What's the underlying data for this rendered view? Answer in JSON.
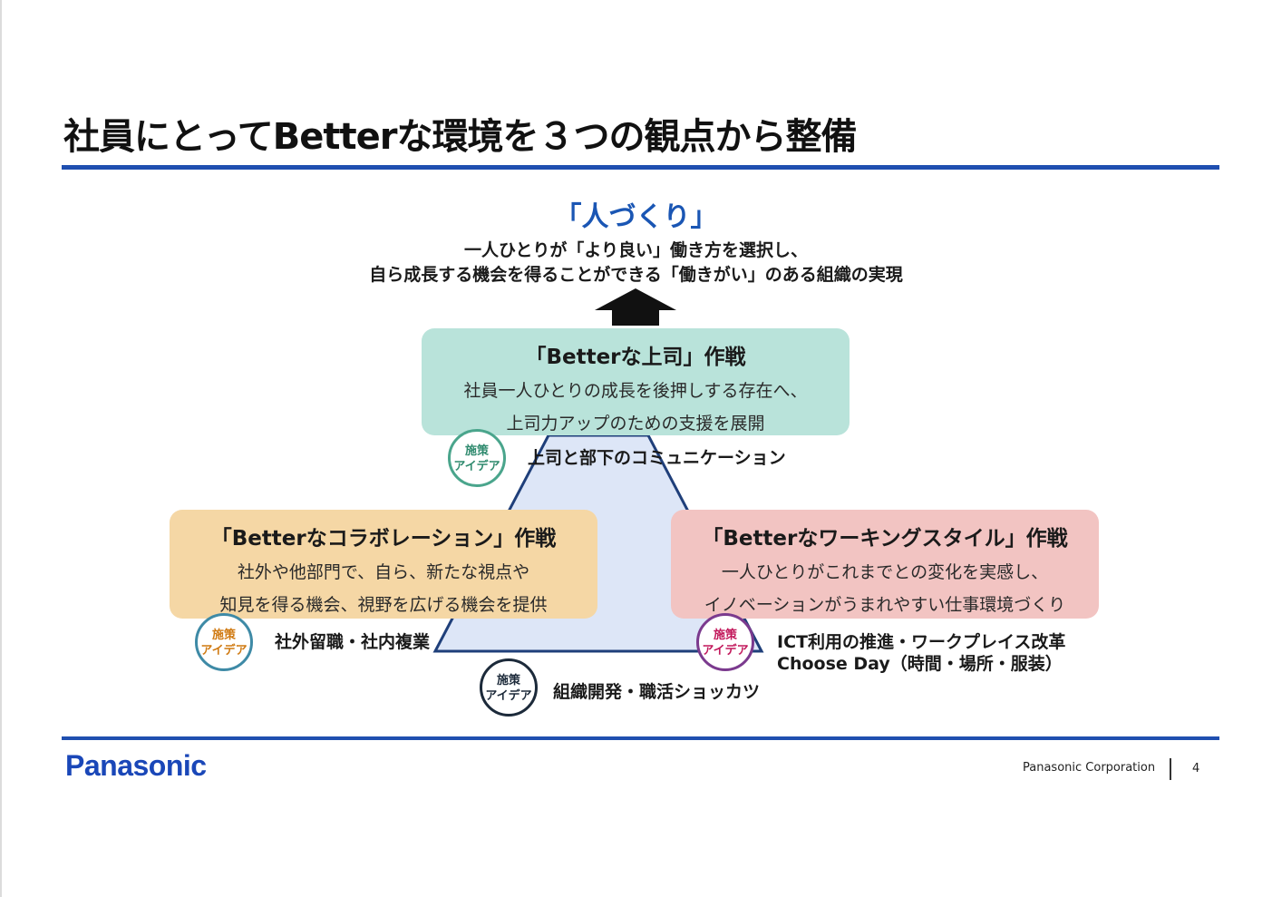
{
  "slide": {
    "title": "社員にとってBetterな環境を３つの観点から整備",
    "goal": {
      "title": "「人づくり」",
      "line1": "一人ひとりが「より良い」働き方を選択し、",
      "line2": "自ら成長する機会を得ることができる「働きがい」のある組織の実現"
    },
    "boxes": {
      "boss": {
        "title": "「Betterな上司」作戦",
        "desc1": "社員一人ひとりの成長を後押しする存在へ、",
        "desc2": "上司力アップのための支援を展開",
        "color": "#b9e3da"
      },
      "collab": {
        "title": "「Betterなコラボレーション」作戦",
        "desc1": "社外や他部門で、自ら、新たな視点や",
        "desc2": "知見を得る機会、視野を広げる機会を提供",
        "color": "#f5d7a5"
      },
      "work": {
        "title": "「Betterなワーキングスタイル」作戦",
        "desc1": "一人ひとりがこれまでとの変化を実感し、",
        "desc2": "イノベーションがうまれやすい仕事環境づくり",
        "color": "#f2c4c2"
      }
    },
    "badge": {
      "line1": "施策",
      "line2": "アイデア"
    },
    "ideas": {
      "boss": "上司と部下のコミュニケーション",
      "collab": "社外留職・社内複業",
      "work1": "ICT利用の推進・ワークプレイス改革",
      "work2": "Choose Day（時間・場所・服装）",
      "org": "組織開発・職活ショッカツ"
    },
    "footer": {
      "logo": "Panasonic",
      "company": "Panasonic Corporation",
      "page": "4"
    },
    "colors": {
      "accent": "#1f4fb0",
      "goal": "#1a56b4",
      "triangle": "#dde6f7"
    }
  }
}
